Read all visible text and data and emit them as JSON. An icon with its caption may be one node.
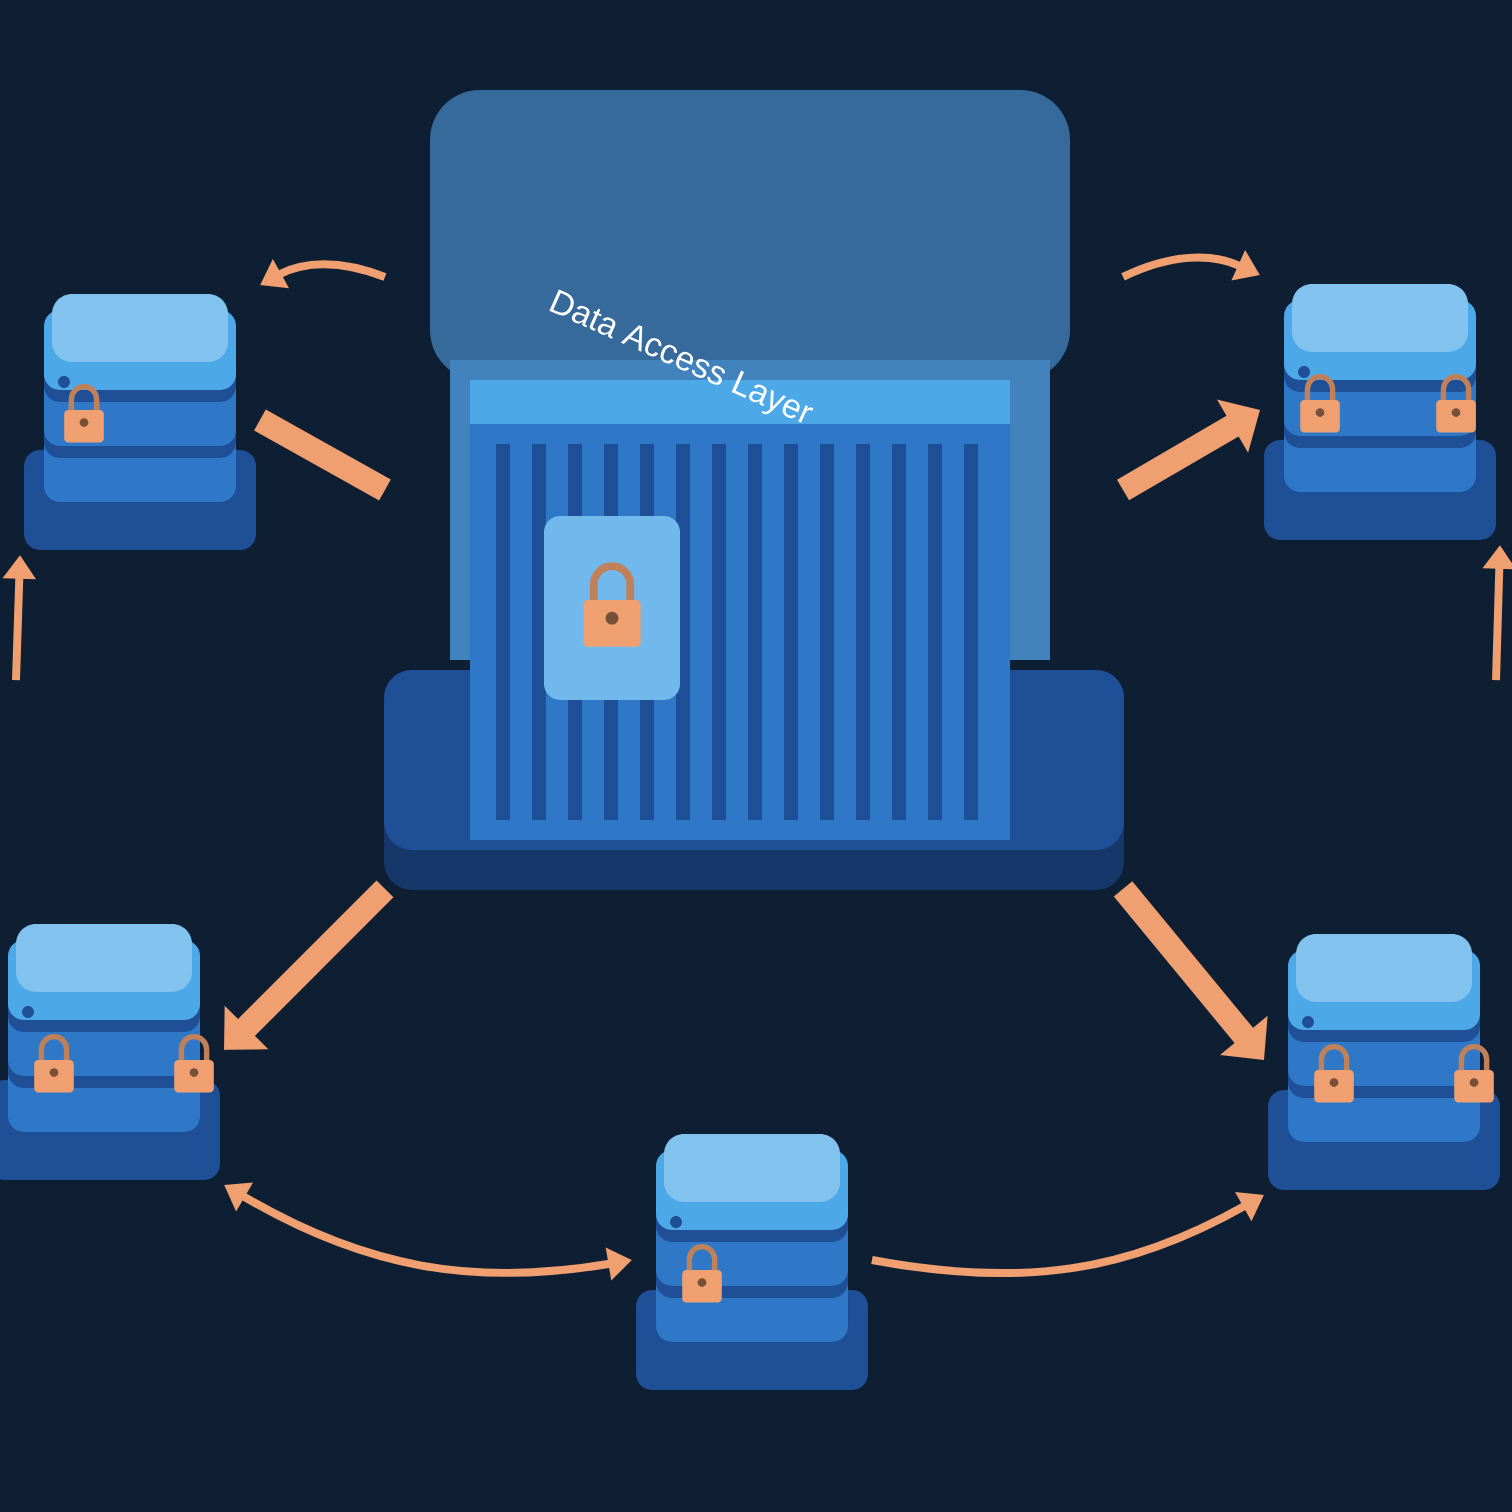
{
  "diagram": {
    "nodes": [
      {
        "text": [
          "Data Access Layer"
        ]
      },
      {
        "text": [],
        "shape": "box"
      },
      {
        "text": [],
        "shape": "box"
      },
      {
        "text": [],
        "shape": "box"
      },
      {
        "text": [],
        "shape": "box"
      },
      {
        "text": [],
        "shape": "box"
      }
    ],
    "edges": [
      {
        "from": 0,
        "to": 1,
        "arrow": "to"
      },
      {
        "from": 0,
        "to": 2,
        "arrow": "to"
      },
      {
        "from": 0,
        "to": 1,
        "arrow": "none",
        "style": "thick"
      },
      {
        "from": 0,
        "to": 2,
        "arrow": "to",
        "style": "thick"
      },
      {
        "from": 0,
        "to": 3,
        "arrow": "to",
        "style": "thick"
      },
      {
        "from": 0,
        "to": 4,
        "arrow": "to",
        "style": "thick"
      },
      {
        "from": 3,
        "to": 5,
        "arrow": "both"
      },
      {
        "from": 5,
        "to": 4,
        "arrow": "to"
      },
      {
        "from": null,
        "to": 1,
        "arrow": "to"
      },
      {
        "from": null,
        "to": 2,
        "arrow": "to"
      }
    ]
  }
}
